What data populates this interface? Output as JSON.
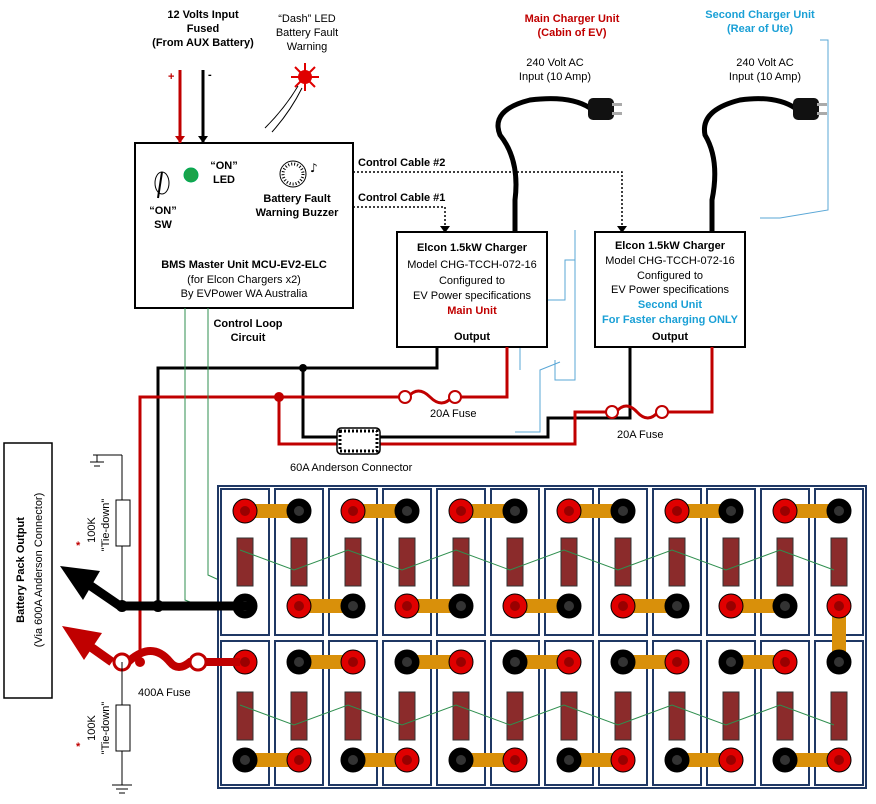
{
  "input": {
    "line1": "12 Volts Input",
    "line2": "Fused",
    "line3": "(From AUX Battery)",
    "plus": "+",
    "minus": "-"
  },
  "dash_led": {
    "line1": "“Dash” LED",
    "line2": "Battery Fault",
    "line3": "Warning"
  },
  "bms": {
    "on_led_1": "“ON”",
    "on_led_2": "LED",
    "on_sw_1": "“ON”",
    "on_sw_2": "SW",
    "buzzer_1": "Battery Fault",
    "buzzer_2": "Warning Buzzer",
    "title": "BMS Master Unit MCU-EV2-ELC",
    "line2": "(for Elcon Chargers x2)",
    "line3": "By EVPower WA Australia"
  },
  "cables": {
    "c2": "Control Cable #2",
    "c1": "Control Cable #1",
    "loop1": "Control Loop",
    "loop2": "Circuit"
  },
  "main_charger": {
    "heading1": "Main Charger Unit",
    "heading2": "(Cabin of EV)",
    "ac1": "240 Volt AC",
    "ac2": "Input (10 Amp)",
    "title": "Elcon 1.5kW Charger",
    "model": "Model CHG-TCCH-072-16",
    "cfg1": "Configured to",
    "cfg2": "EV Power specifications",
    "role": "Main Unit",
    "output": "Output"
  },
  "second_charger": {
    "heading1": "Second Charger Unit",
    "heading2": "(Rear of Ute)",
    "ac1": "240 Volt AC",
    "ac2": "Input (10 Amp)",
    "title": "Elcon 1.5kW Charger",
    "model": "Model CHG-TCCH-072-16",
    "cfg1": "Configured to",
    "cfg2": "EV Power specifications",
    "role1": "Second Unit",
    "role2": "For Faster charging ONLY",
    "output": "Output"
  },
  "fuses": {
    "f1": "20A Fuse",
    "f2": "20A Fuse",
    "main": "400A Fuse"
  },
  "anderson": "60A Anderson Connector",
  "resistors": {
    "value": "100K",
    "tiedown": "\"Tie-down\"",
    "star": "*"
  },
  "pack_output": {
    "line1": "Battery Pack Output",
    "line2": "(Via 600A Anderson Connector)"
  },
  "colors": {
    "red": "#c00000",
    "cyan": "#1aa0d6",
    "cell_border": "#1f3864",
    "busbar": "#d9900a",
    "wire_green": "#2f8f4f"
  }
}
